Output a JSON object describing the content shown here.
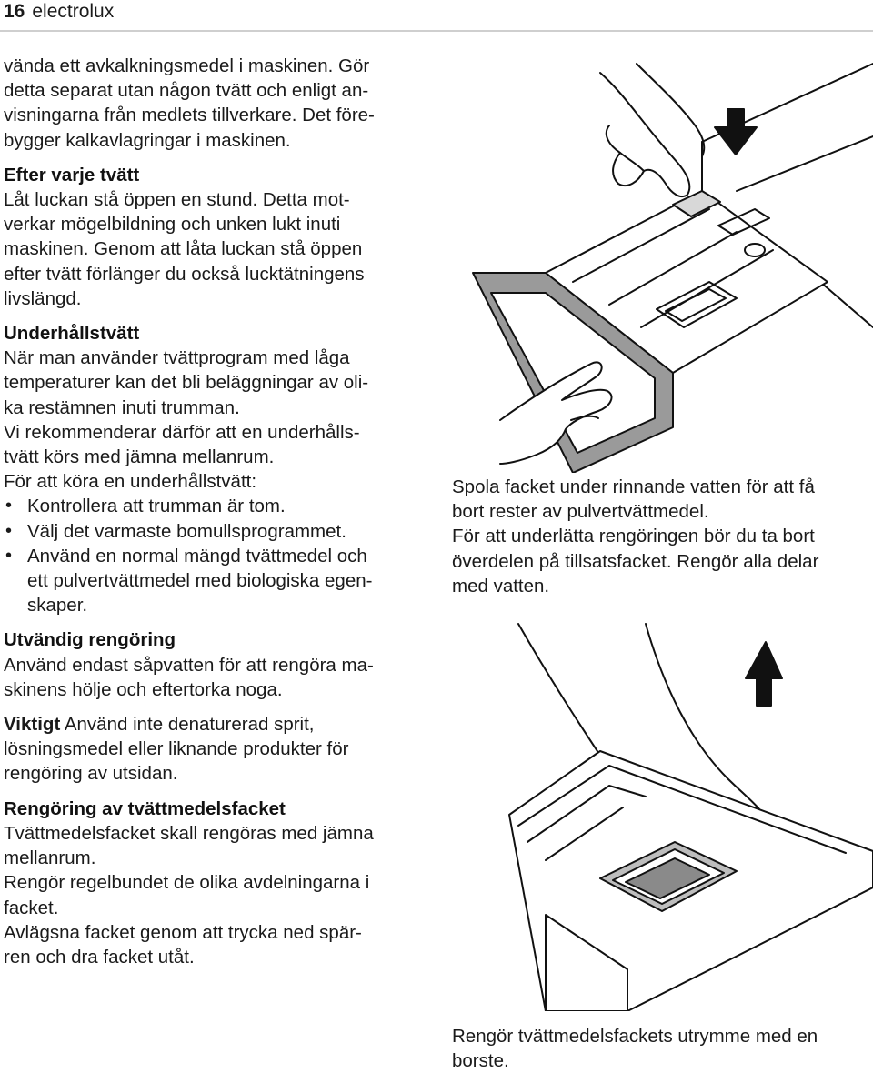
{
  "header": {
    "page_number": "16",
    "brand": "electrolux"
  },
  "left_column": {
    "intro_lines": [
      "vända ett avkalkningsmedel i maskinen. Gör",
      "detta separat utan någon tvätt och enligt an-",
      "visningarna från medlets tillverkare. Det före-",
      "bygger kalkavlagringar i maskinen."
    ],
    "after_wash": {
      "heading": "Efter varje tvätt",
      "lines": [
        "Låt luckan stå öppen en stund. Detta mot-",
        "verkar mögelbildning och unken lukt inuti",
        "maskinen. Genom att låta luckan stå öppen",
        "efter tvätt förlänger du också lucktätningens",
        "livslängd."
      ]
    },
    "maintenance": {
      "heading": "Underhållstvätt",
      "lines": [
        "När man använder tvättprogram med låga",
        "temperaturer kan det bli beläggningar av oli-",
        "ka restämnen inuti trumman.",
        "Vi rekommenderar därför att en underhålls-",
        "tvätt körs med jämna mellanrum.",
        "För att köra en underhållstvätt:"
      ],
      "bullets": [
        [
          "Kontrollera att trumman är tom."
        ],
        [
          "Välj det varmaste bomullsprogrammet."
        ],
        [
          "Använd en normal mängd tvättmedel och",
          "ett pulvertvättmedel med biologiska egen-",
          "skaper."
        ]
      ]
    },
    "external": {
      "heading": "Utvändig rengöring",
      "lines": [
        "Använd endast såpvatten för att rengöra ma-",
        "skinens hölje och eftertorka noga."
      ]
    },
    "important": {
      "label": "Viktigt",
      "lines": [
        " Använd inte denaturerad sprit,",
        "lösningsmedel eller liknande produkter för",
        "rengöring av utsidan."
      ]
    },
    "dispenser": {
      "heading": "Rengöring av tvättmedelsfacket",
      "lines": [
        "Tvättmedelsfacket skall rengöras med jämna",
        "mellanrum.",
        "Rengör regelbundet de olika avdelningarna i",
        "facket.",
        "Avlägsna facket genom att trycka ned spär-",
        "ren och dra facket utåt."
      ]
    }
  },
  "right_column": {
    "caption1_lines": [
      "Spola facket under rinnande vatten för att få",
      "bort rester av pulvertvättmedel.",
      "För att underlätta rengöringen bör du ta bort",
      "överdelen på tillsatsfacket. Rengör alla delar",
      "med vatten."
    ],
    "caption2": "Rengör tvättmedelsfackets utrymme med en borste."
  },
  "colors": {
    "text": "#1a1a1a",
    "rule": "#cfcfcf",
    "drawer_grey": "#9a9a9a"
  }
}
